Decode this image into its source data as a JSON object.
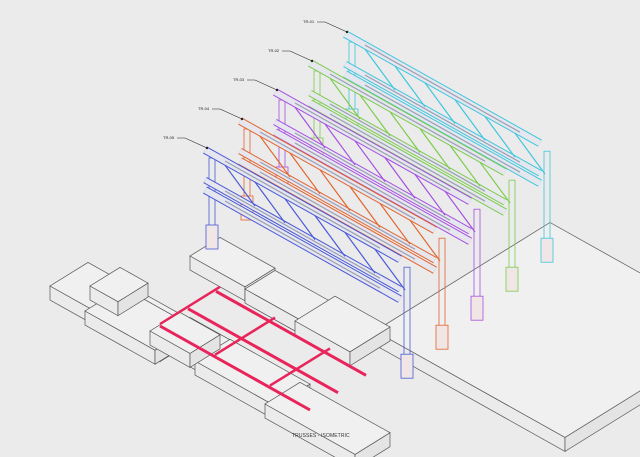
{
  "drawing": {
    "caption": "TRUSSES - ISOMETRIC",
    "trusses": [
      {
        "label": "TR-05",
        "color": "#4a5ad8"
      },
      {
        "label": "TR-04",
        "color": "#e2652e"
      },
      {
        "label": "TR-03",
        "color": "#a650e0"
      },
      {
        "label": "TR-02",
        "color": "#7ccc4c"
      },
      {
        "label": "TR-01",
        "color": "#3ec6de"
      }
    ],
    "footing_color": "#555555",
    "grid_color": "#e8245a",
    "chord_color": "#9aa0b0"
  }
}
